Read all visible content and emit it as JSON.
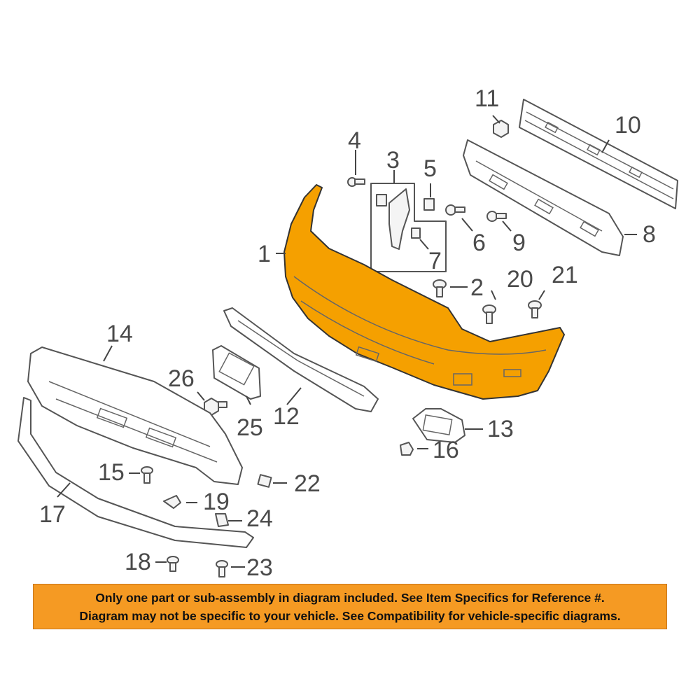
{
  "diagram": {
    "highlight_color": "#f5a000",
    "labels": {
      "p1": "1",
      "p2": "2",
      "p3": "3",
      "p4": "4",
      "p5": "5",
      "p6": "6",
      "p7": "7",
      "p8": "8",
      "p9": "9",
      "p10": "10",
      "p11": "11",
      "p12": "12",
      "p13": "13",
      "p14": "14",
      "p15": "15",
      "p16": "16",
      "p17": "17",
      "p18": "18",
      "p19": "19",
      "p20": "20",
      "p21": "21",
      "p22": "22",
      "p23": "23",
      "p24": "24",
      "p25": "25",
      "p26": "26"
    }
  },
  "notice": {
    "line1": "Only one part or sub-assembly in diagram included. See Item Specifics for Reference #.",
    "line2": "Diagram may not be specific to your vehicle. See Compatibility for vehicle-specific diagrams.",
    "background": "#f59a23"
  }
}
